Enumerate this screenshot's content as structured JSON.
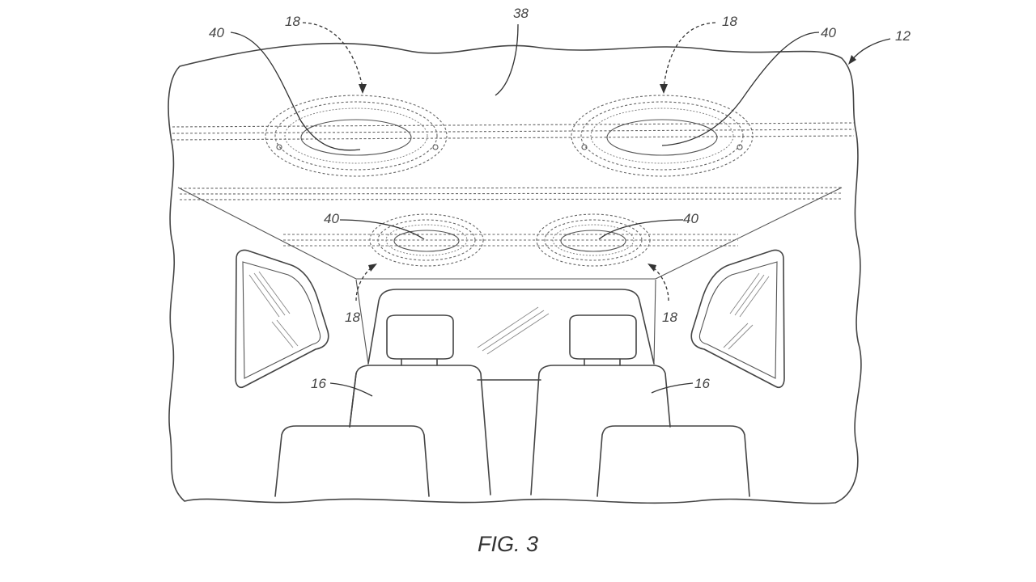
{
  "figure": {
    "caption": "FIG. 3",
    "labels": {
      "vehicle": "12",
      "headliner": "38",
      "vent_front_left": "18",
      "vent_front_right": "18",
      "vent_rear_left": "18",
      "vent_rear_right": "18",
      "light_front_left": "40",
      "light_front_right": "40",
      "light_rear_left": "40",
      "light_rear_right": "40",
      "seat_left": "16",
      "seat_right": "16"
    }
  }
}
